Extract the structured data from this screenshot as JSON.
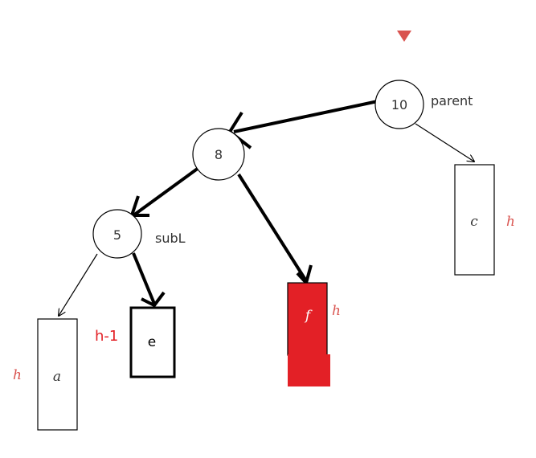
{
  "colors": {
    "accent_red": "#e32026",
    "marker_red": "#d9534f",
    "height_label_red": "#d9534f",
    "stroke": "#000000",
    "text": "#333333"
  },
  "nodes": {
    "parent": {
      "value": "10",
      "label": "parent"
    },
    "middle": {
      "value": "8"
    },
    "subL": {
      "value": "5",
      "label": "subL"
    }
  },
  "subtrees": {
    "a": {
      "name": "a",
      "height": "h"
    },
    "e": {
      "name": "e",
      "height": "h-1"
    },
    "f": {
      "name": "f",
      "height": "h"
    },
    "c": {
      "name": "c",
      "height": "h"
    }
  },
  "icons": {
    "insert_marker": "triangle-down-icon"
  }
}
